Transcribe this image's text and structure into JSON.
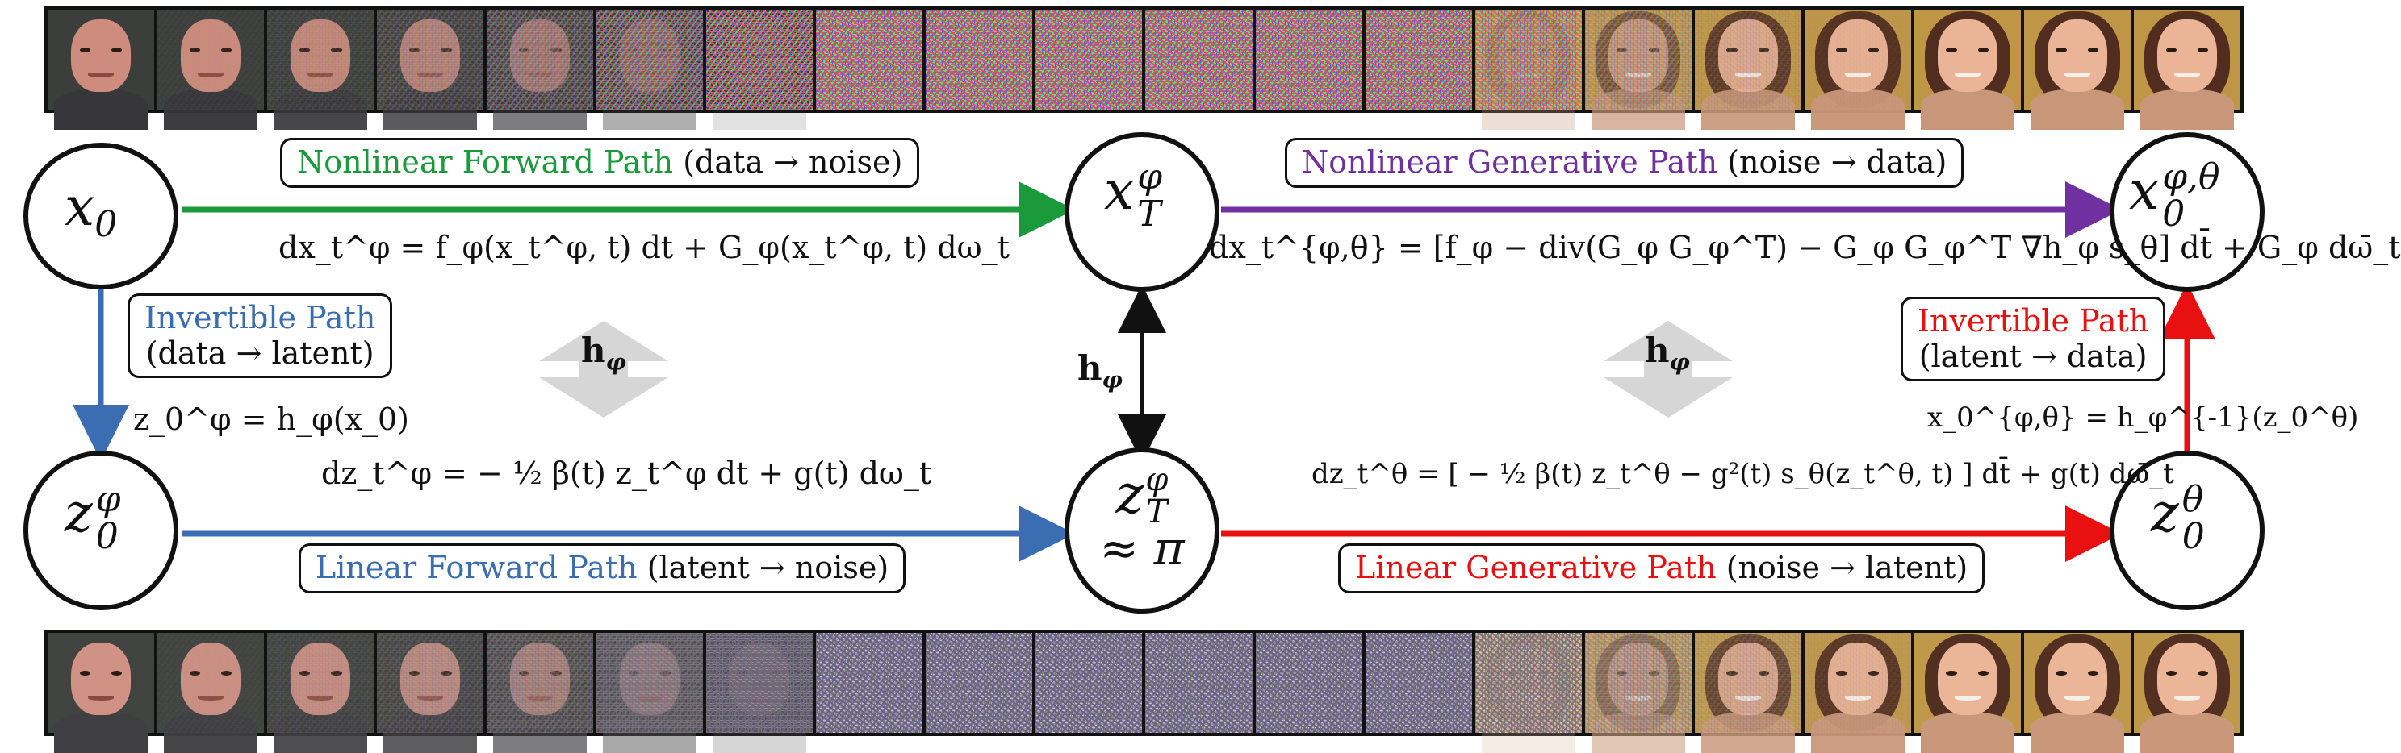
{
  "nodes": {
    "x0": {
      "base": "x",
      "sub": "0"
    },
    "xT_phi": {
      "base": "x",
      "sup": "φ",
      "sub": "T"
    },
    "x0_phi_theta": {
      "base": "x",
      "sup": "φ,θ",
      "sub": "0"
    },
    "z0_phi": {
      "base": "z",
      "sup": "φ",
      "sub": "0"
    },
    "zT_phi": {
      "base": "z",
      "sup": "φ",
      "sub": "T",
      "approx": "≈ π"
    },
    "z0_theta": {
      "base": "z",
      "sup": "θ",
      "sub": "0"
    }
  },
  "paths": {
    "nonlinear_forward": {
      "name": "Nonlinear Forward Path",
      "detail": "(data → noise)"
    },
    "nonlinear_generative": {
      "name": "Nonlinear Generative Path",
      "detail": "(noise → data)"
    },
    "invertible_left": {
      "name": "Invertible Path",
      "detail": "(data → latent)"
    },
    "invertible_right": {
      "name": "Invertible Path",
      "detail": "(latent → data)"
    },
    "linear_forward": {
      "name": "Linear Forward Path",
      "detail": "(latent → noise)"
    },
    "linear_generative": {
      "name": "Linear Generative Path",
      "detail": "(noise → latent)"
    }
  },
  "equations": {
    "forward_sde": "dx_t^φ = f_φ(x_t^φ, t) dt + G_φ(x_t^φ, t) dω_t",
    "generative_sde": "dx_t^{φ,θ} = [f_φ − div(G_φ G_φ^T) − G_φ G_φ^T ∇h_φ s_θ] dt̄ + G_φ dω̄_t",
    "z0_map": "z_0^φ = h_φ(x_0)",
    "x0_map": "x_0^{φ,θ} = h_φ^{-1}(z_0^θ)",
    "linear_forward_sde": "dz_t^φ = − ½ β(t) z_t^φ dt + g(t) dω_t",
    "linear_generative_sde": "dz_t^θ = [ − ½ β(t) z_t^θ − g²(t) s_θ(z_t^θ, t) ] dt̄ + g(t) dω̄_t"
  },
  "h_labels": {
    "main": "h",
    "sub": "φ"
  },
  "colors": {
    "green": "#1a9a3a",
    "purple": "#7030a0",
    "blue": "#3b6db3",
    "red": "#e81010",
    "black": "#111111",
    "gray_arrow": "#d4d4d4"
  },
  "strips": {
    "top": [
      {
        "kind": "man",
        "noise": 0.0,
        "color": 1.0
      },
      {
        "kind": "man",
        "noise": 0.03,
        "color": 1.0
      },
      {
        "kind": "man",
        "noise": 0.08,
        "color": 1.0
      },
      {
        "kind": "man",
        "noise": 0.18,
        "color": 1.0
      },
      {
        "kind": "man",
        "noise": 0.35,
        "color": 1.0
      },
      {
        "kind": "man",
        "noise": 0.6,
        "color": 1.0
      },
      {
        "kind": "man",
        "noise": 0.85,
        "color": 1.0
      },
      {
        "kind": "none",
        "noise": 1.0,
        "color": 1.0
      },
      {
        "kind": "none",
        "noise": 1.0,
        "color": 1.0
      },
      {
        "kind": "none",
        "noise": 1.0,
        "color": 1.0
      },
      {
        "kind": "none",
        "noise": 1.0,
        "color": 1.0
      },
      {
        "kind": "none",
        "noise": 1.0,
        "color": 1.0
      },
      {
        "kind": "none",
        "noise": 1.0,
        "color": 1.0
      },
      {
        "kind": "woman",
        "noise": 0.7,
        "color": 1.0
      },
      {
        "kind": "woman",
        "noise": 0.3,
        "color": 1.0
      },
      {
        "kind": "woman",
        "noise": 0.1,
        "color": 1.0
      },
      {
        "kind": "woman",
        "noise": 0.03,
        "color": 1.0
      },
      {
        "kind": "woman",
        "noise": 0.0,
        "color": 1.0
      },
      {
        "kind": "woman",
        "noise": 0.0,
        "color": 1.0
      },
      {
        "kind": "woman",
        "noise": 0.0,
        "color": 1.0
      }
    ],
    "bottom": [
      {
        "kind": "man",
        "noise": 0.0,
        "color": 0.85
      },
      {
        "kind": "man",
        "noise": 0.03,
        "color": 0.85
      },
      {
        "kind": "man",
        "noise": 0.08,
        "color": 0.85
      },
      {
        "kind": "man",
        "noise": 0.15,
        "color": 0.8
      },
      {
        "kind": "man",
        "noise": 0.3,
        "color": 0.7
      },
      {
        "kind": "man",
        "noise": 0.5,
        "color": 0.45
      },
      {
        "kind": "man",
        "noise": 0.75,
        "color": 0.3
      },
      {
        "kind": "none",
        "noise": 1.0,
        "color": 0.25
      },
      {
        "kind": "none",
        "noise": 1.0,
        "color": 0.25
      },
      {
        "kind": "none",
        "noise": 1.0,
        "color": 0.25
      },
      {
        "kind": "none",
        "noise": 1.0,
        "color": 0.25
      },
      {
        "kind": "none",
        "noise": 1.0,
        "color": 0.25
      },
      {
        "kind": "none",
        "noise": 1.0,
        "color": 0.25
      },
      {
        "kind": "woman",
        "noise": 0.75,
        "color": 0.35
      },
      {
        "kind": "woman",
        "noise": 0.4,
        "color": 0.7
      },
      {
        "kind": "woman",
        "noise": 0.15,
        "color": 0.9
      },
      {
        "kind": "woman",
        "noise": 0.05,
        "color": 0.95
      },
      {
        "kind": "woman",
        "noise": 0.0,
        "color": 0.95
      },
      {
        "kind": "woman",
        "noise": 0.0,
        "color": 0.95
      },
      {
        "kind": "woman",
        "noise": 0.0,
        "color": 0.95
      }
    ]
  }
}
